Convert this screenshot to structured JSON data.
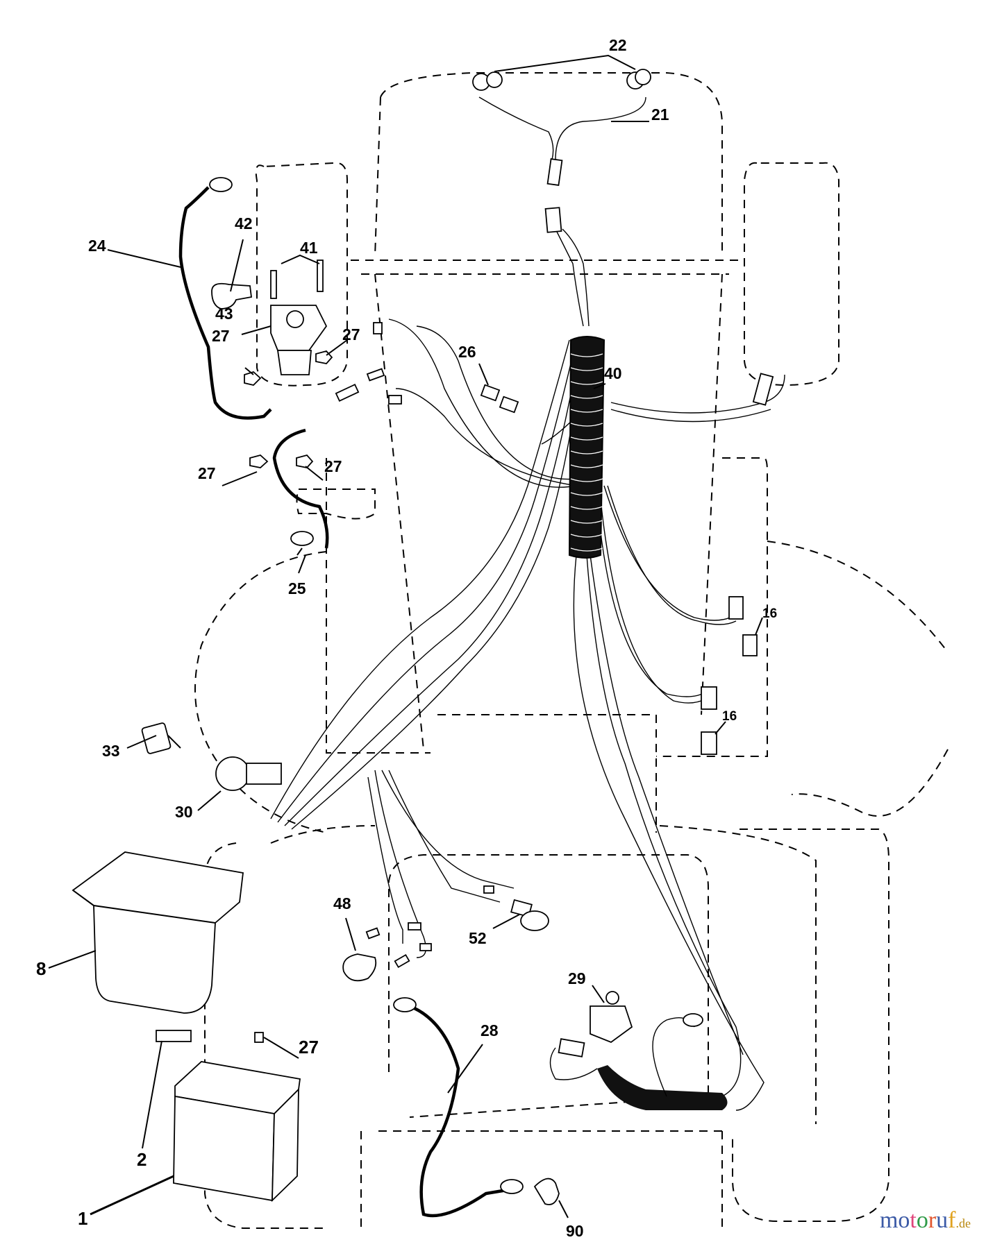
{
  "diagram": {
    "labels": {
      "p22": "22",
      "p21": "21",
      "p24": "24",
      "p42": "42",
      "p41": "41",
      "p43": "43",
      "p27a": "27",
      "p27b": "27",
      "p27c": "27",
      "p27d": "27",
      "p27e": "27",
      "p26": "26",
      "p40": "40",
      "p25": "25",
      "p16a": "16",
      "p16b": "16",
      "p33": "33",
      "p30": "30",
      "p48": "48",
      "p52": "52",
      "p8": "8",
      "p29": "29",
      "p28": "28",
      "p2": "2",
      "p1": "1",
      "p90": "90"
    }
  },
  "watermark": {
    "letters": [
      "m",
      "o",
      "t",
      "o",
      "r",
      "u",
      "f"
    ],
    "colors": [
      "#3b5aa6",
      "#3b5aa6",
      "#e0457b",
      "#2f9a47",
      "#e2562d",
      "#3b5aa6",
      "#e0a21f"
    ],
    "suffix": ".de"
  }
}
